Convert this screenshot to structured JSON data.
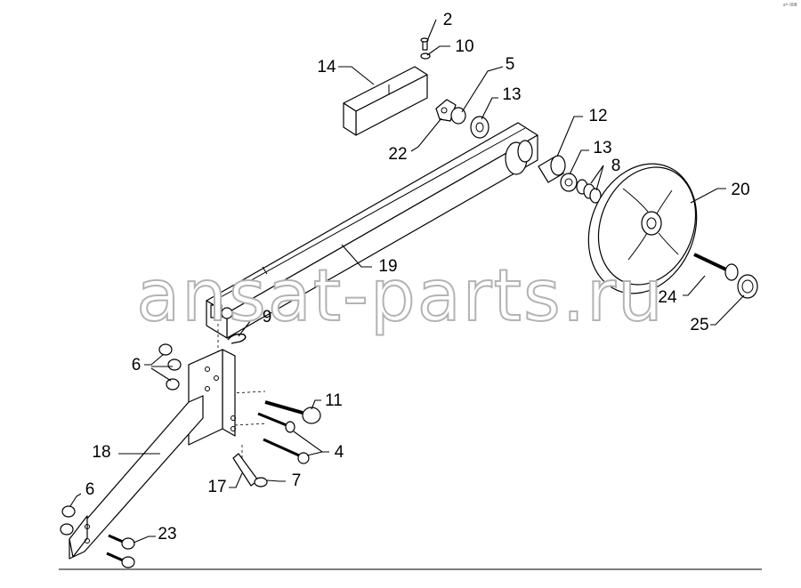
{
  "diagram": {
    "corner_mark": "s³¹ 008",
    "watermark": "ansat-parts.ru",
    "callouts": [
      "2",
      "10",
      "14",
      "5",
      "13",
      "22",
      "12",
      "13",
      "8",
      "20",
      "19",
      "24",
      "25",
      "9",
      "6",
      "11",
      "4",
      "18",
      "17",
      "7",
      "6",
      "23"
    ]
  }
}
